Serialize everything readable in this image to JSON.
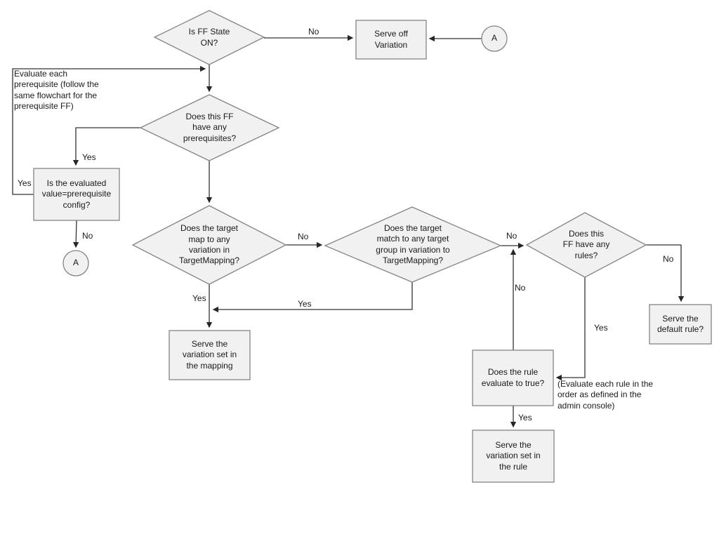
{
  "nodes": {
    "ff_state": {
      "label": "Is FF State\nON?"
    },
    "serve_off": {
      "label": "Serve off\nVariation"
    },
    "a_top": {
      "label": "A"
    },
    "prereqs": {
      "label": "Does this FF\nhave any\nprerequisites?"
    },
    "prereq_eval": {
      "label": "Is the evaluated\nvalue=prerequisite\nconfig?"
    },
    "a_left": {
      "label": "A"
    },
    "target_map": {
      "label": "Does the target\nmap to any\nvariation in\nTargetMapping?"
    },
    "target_group": {
      "label": "Does the target\nmatch to any target\ngroup in variation to\nTargetMapping?"
    },
    "has_rules": {
      "label": "Does this\nFF have any\nrules?"
    },
    "serve_default": {
      "label": "Serve the\ndefault rule?"
    },
    "rule_eval": {
      "label": "Does the rule\nevaluate to true?"
    },
    "serve_rule": {
      "label": "Serve the\nvariation set in\nthe rule"
    },
    "serve_mapping": {
      "label": "Serve the\nvariation set in\nthe mapping"
    }
  },
  "annotations": {
    "prereq_note": "Evaluate each\nprerequisite (follow the\nsame flowchart for the\nprerequisite FF)",
    "rule_note": "(Evaluate each rule in the\norder as defined in the\nadmin console)"
  },
  "edges": {
    "d1_no": "No",
    "d2_yes": "Yes",
    "loop_yes": "Yes",
    "eval_no": "No",
    "d3_no": "No",
    "d3_yes": "Yes",
    "d4_no": "No",
    "d4_yes": "Yes",
    "d5_no": "No",
    "d5_yes": "Yes",
    "rule_no": "No",
    "rule_yes": "Yes"
  },
  "colors": {
    "node_fill": "#f1f1f1",
    "node_border": "#848484",
    "line": "#333333",
    "text": "#1a1a1a"
  }
}
